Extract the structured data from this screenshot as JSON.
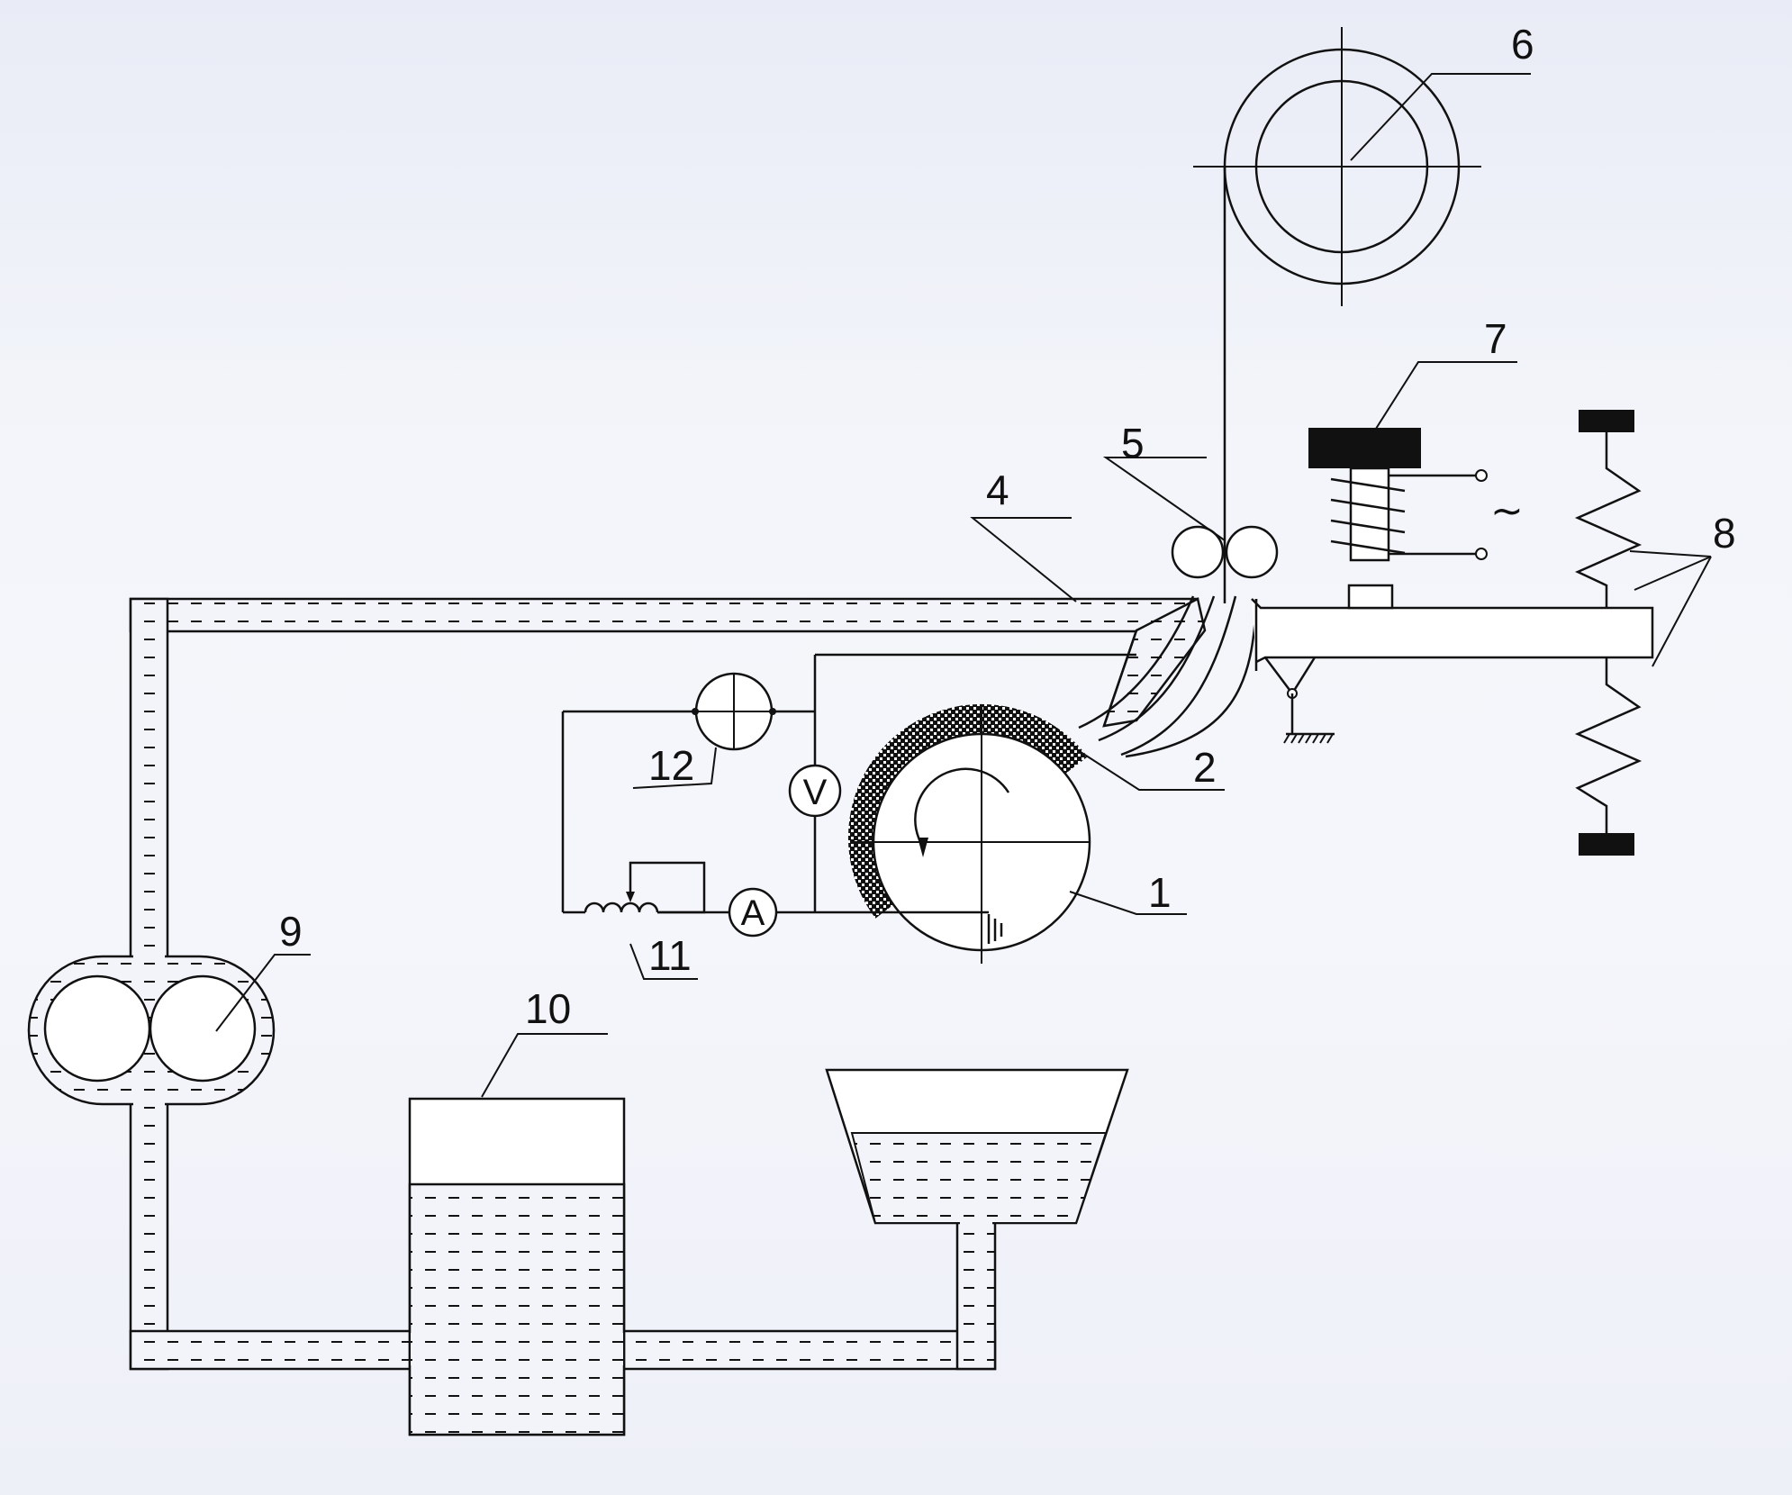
{
  "labels": {
    "part_1": "1",
    "part_2": "2",
    "part_4": "4",
    "part_5": "5",
    "part_6": "6",
    "part_7": "7",
    "part_8": "8",
    "part_9": "9",
    "part_10": "10",
    "part_11": "11",
    "part_12": "12"
  },
  "meters": {
    "voltmeter": "V",
    "ammeter": "A"
  },
  "ac_symbol": "~",
  "colors": {
    "line": "#111111",
    "fill_fluid": "#eef1f8",
    "solid_block": "#111111"
  }
}
